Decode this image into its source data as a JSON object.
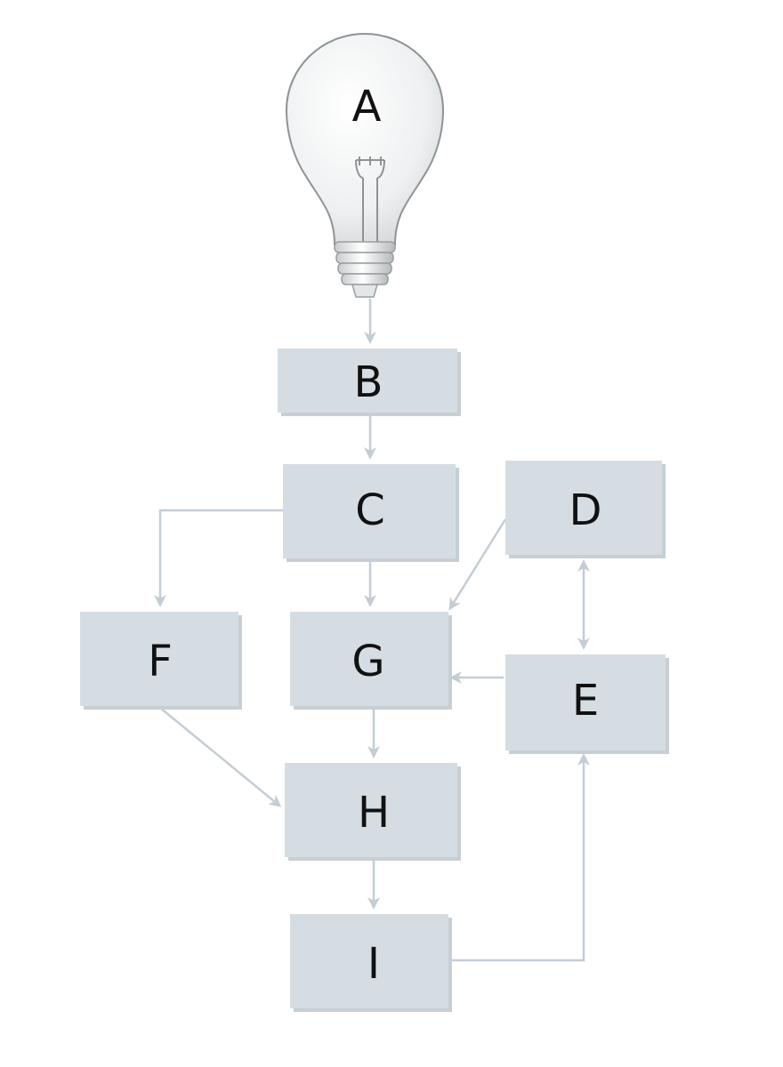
{
  "diagram": {
    "nodes": [
      {
        "id": "A",
        "label": "A",
        "shape": "lightbulb"
      },
      {
        "id": "B",
        "label": "B",
        "shape": "box"
      },
      {
        "id": "C",
        "label": "C",
        "shape": "box"
      },
      {
        "id": "D",
        "label": "D",
        "shape": "box"
      },
      {
        "id": "E",
        "label": "E",
        "shape": "box"
      },
      {
        "id": "F",
        "label": "F",
        "shape": "box"
      },
      {
        "id": "G",
        "label": "G",
        "shape": "box"
      },
      {
        "id": "H",
        "label": "H",
        "shape": "box"
      },
      {
        "id": "I",
        "label": "I",
        "shape": "box"
      }
    ],
    "edges": [
      {
        "from": "A",
        "to": "B",
        "direction": "forward"
      },
      {
        "from": "B",
        "to": "C",
        "direction": "forward"
      },
      {
        "from": "C",
        "to": "G",
        "direction": "forward"
      },
      {
        "from": "C",
        "to": "F",
        "direction": "forward"
      },
      {
        "from": "D",
        "to": "G",
        "direction": "forward"
      },
      {
        "from": "D",
        "to": "E",
        "direction": "both"
      },
      {
        "from": "E",
        "to": "G",
        "direction": "forward"
      },
      {
        "from": "F",
        "to": "H",
        "direction": "forward"
      },
      {
        "from": "G",
        "to": "H",
        "direction": "forward"
      },
      {
        "from": "H",
        "to": "I",
        "direction": "forward"
      },
      {
        "from": "I",
        "to": "E",
        "direction": "forward"
      }
    ],
    "colors": {
      "box_fill": "#d5dde3",
      "edge": "#c4cdd3",
      "label": "#111111"
    }
  }
}
